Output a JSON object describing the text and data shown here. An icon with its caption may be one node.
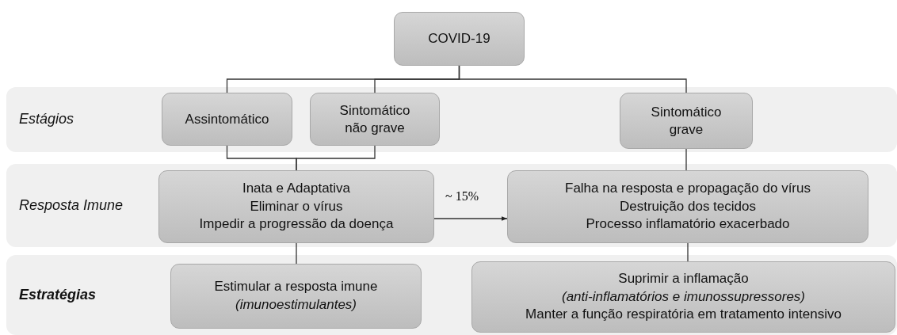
{
  "diagram": {
    "nodes": [
      {
        "text": [
          "COVID-19"
        ]
      },
      {
        "text": [
          "Estágios"
        ]
      },
      {
        "text": [
          "Assintomático"
        ],
        "in": 1
      },
      {
        "text": [
          "Sintomático não grave"
        ],
        "in": 1
      },
      {
        "text": [
          "Sintomático grave"
        ],
        "in": 1
      },
      {
        "text": [
          "Resposta Imune"
        ]
      },
      {
        "text": [
          "Inata e Adaptativa",
          "Eliminar o vírus",
          "Impedir a progressão da doença"
        ],
        "in": 5
      },
      {
        "text": [
          "Falha na resposta e propagação do vírus",
          "Destruição dos tecidos",
          "Processo inflamatório exacerbado"
        ],
        "in": 5
      },
      {
        "text": [
          "**Estratégias**"
        ]
      },
      {
        "text": [
          "Estimular a resposta imune",
          "*(imunoestimulantes)*"
        ],
        "in": 8
      },
      {
        "text": [
          "Suprimir a inflamação",
          "*(anti-inflamatórios e imunossupressores)*",
          "Manter a função respiratória em tratamento intensivo"
        ],
        "in": 8
      }
    ],
    "edges": [
      {
        "from": 0,
        "to": 2,
        "arrow": "none"
      },
      {
        "from": 0,
        "to": 3,
        "arrow": "none"
      },
      {
        "from": 0,
        "to": 4,
        "arrow": "none"
      },
      {
        "from": 2,
        "to": 6,
        "arrow": "none"
      },
      {
        "from": 3,
        "to": 6,
        "arrow": "none"
      },
      {
        "from": 6,
        "to": 7,
        "arrow": "to",
        "label": "~ 15%"
      },
      {
        "from": 4,
        "to": 7,
        "arrow": "none"
      },
      {
        "from": 6,
        "to": 9,
        "arrow": "none"
      },
      {
        "from": 7,
        "to": 10,
        "arrow": "none"
      }
    ]
  }
}
